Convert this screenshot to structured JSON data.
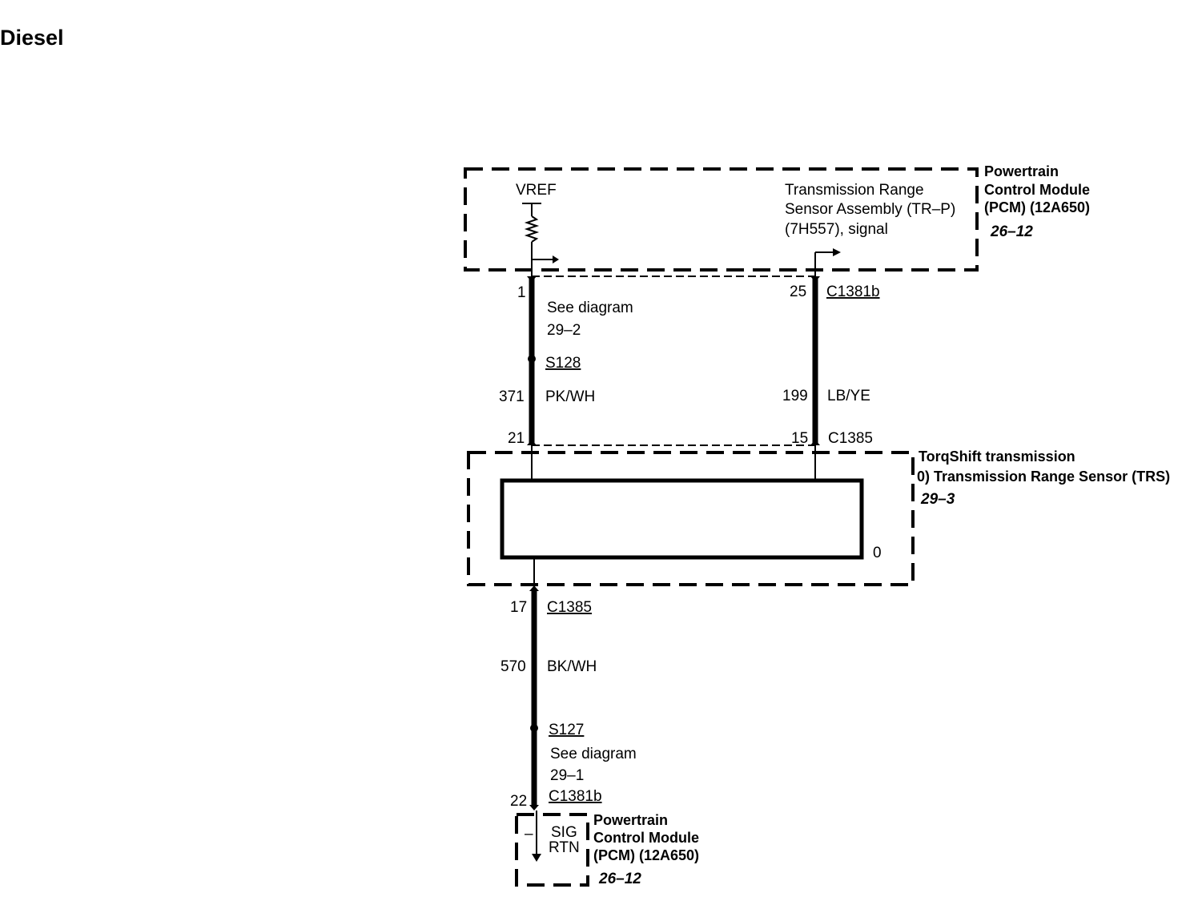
{
  "title": "Diesel",
  "pcm_top": {
    "name_lines": [
      "Powertrain",
      "Control Module",
      "(PCM) (12A650)"
    ],
    "ref": "26–12",
    "vref_label": "VREF",
    "signal_lines": [
      "Transmission Range",
      "Sensor Assembly (TR–P)",
      "(7H557), signal"
    ]
  },
  "wire_left": {
    "pin_top": "1",
    "see_lines": [
      "See diagram",
      "29–2"
    ],
    "splice": "S128",
    "circuit": "371",
    "color": "PK/WH",
    "pin_bottom": "21"
  },
  "wire_right": {
    "pin_top": "25",
    "connector_top": "C1381b",
    "circuit": "199",
    "color": "LB/YE",
    "pin_bottom": "15",
    "connector_bottom": "C1385"
  },
  "trs": {
    "name_lines": [
      "TorqShift transmission",
      "0) Transmission Range Sensor (TRS)"
    ],
    "ref": "29–3",
    "zero_label": "0"
  },
  "wire_bottom": {
    "pin_top": "17",
    "connector_top": "C1385",
    "circuit": "570",
    "color": "BK/WH",
    "splice": "S127",
    "see_lines": [
      "See diagram",
      "29–1"
    ],
    "pin_bottom": "22",
    "connector_bottom": "C1381b"
  },
  "pcm_bottom": {
    "dash": "–",
    "sig_lines": [
      "SIG",
      "RTN"
    ],
    "name_lines": [
      "Powertrain",
      "Control Module",
      "(PCM) (12A650)"
    ],
    "ref": "26–12"
  }
}
